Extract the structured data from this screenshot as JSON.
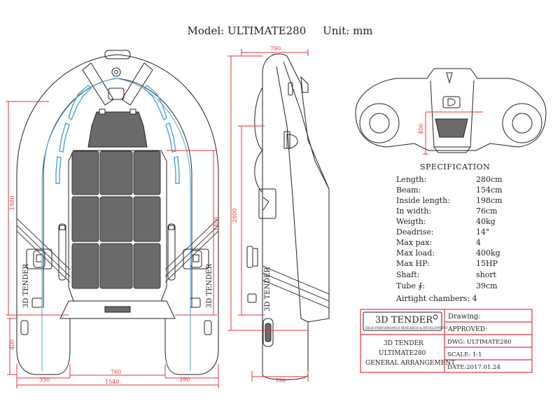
{
  "header": {
    "model_prefix": "Model:",
    "model": "ULTIMATE280",
    "unit_prefix": "Unit:",
    "unit": "mm"
  },
  "dimensions": {
    "top_length_1980": "1980",
    "top_width_1540": "1540",
    "top_760": "760",
    "top_350": "350",
    "top_390": "390",
    "top_400": "400",
    "side_790": "790",
    "side_2800": "2800",
    "side_1400": "1400",
    "side_390": "390",
    "front_400": "400"
  },
  "hull_branding": "3D TENDER",
  "specification": {
    "title": "SPECIFICATION",
    "rows": [
      {
        "label": "Length:",
        "value": "280cm"
      },
      {
        "label": "Beam:",
        "value": "154cm"
      },
      {
        "label": "Inside length:",
        "value": "198cm"
      },
      {
        "label": "In width:",
        "value": "76cm"
      },
      {
        "label": "Weigth:",
        "value": "40kg"
      },
      {
        "label": "Deadrise:",
        "value": "14°"
      },
      {
        "label": "Max pax:",
        "value": "4"
      },
      {
        "label": "Max load:",
        "value": "400kg"
      },
      {
        "label": "Max HP:",
        "value": "15HP"
      },
      {
        "label": "Shaft:",
        "value": "short"
      },
      {
        "label": "Tube ∮:",
        "value": "39cm"
      }
    ],
    "airtight": "Airtight chambers: 4"
  },
  "title_block": {
    "brand": "3D TENDER",
    "brand_sub": "HIGH PERFORMANCE RESEARCH & DEVELOPMENT",
    "drawing_label": "Drawing:",
    "approved_label": "APPROVED:",
    "company": "3D TENDER",
    "model": "ULTIMATE280",
    "doc": "GENERAL ARRANGEMENT",
    "dwg": "DWG: ULTIMATE280",
    "scale": "SCALE: 1:1",
    "date": "DATE:2017.01.24"
  }
}
